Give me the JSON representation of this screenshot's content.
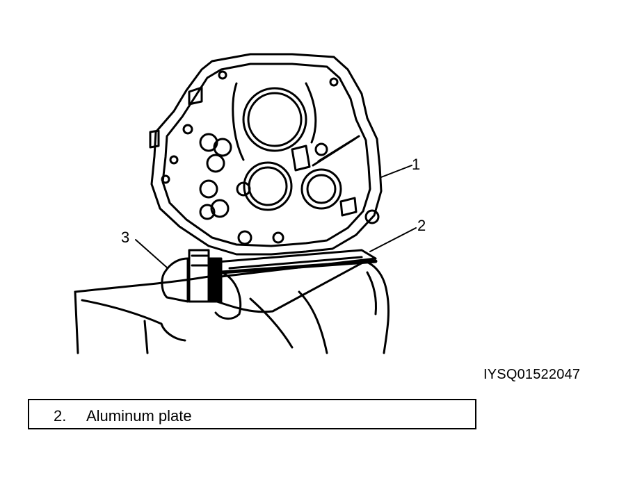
{
  "figure": {
    "callouts": [
      {
        "number": "1"
      },
      {
        "number": "2"
      },
      {
        "number": "3"
      }
    ],
    "figure_id": "IYSQ01522047"
  },
  "legend": {
    "items": [
      {
        "number": "2.",
        "label": "Aluminum plate"
      }
    ]
  }
}
